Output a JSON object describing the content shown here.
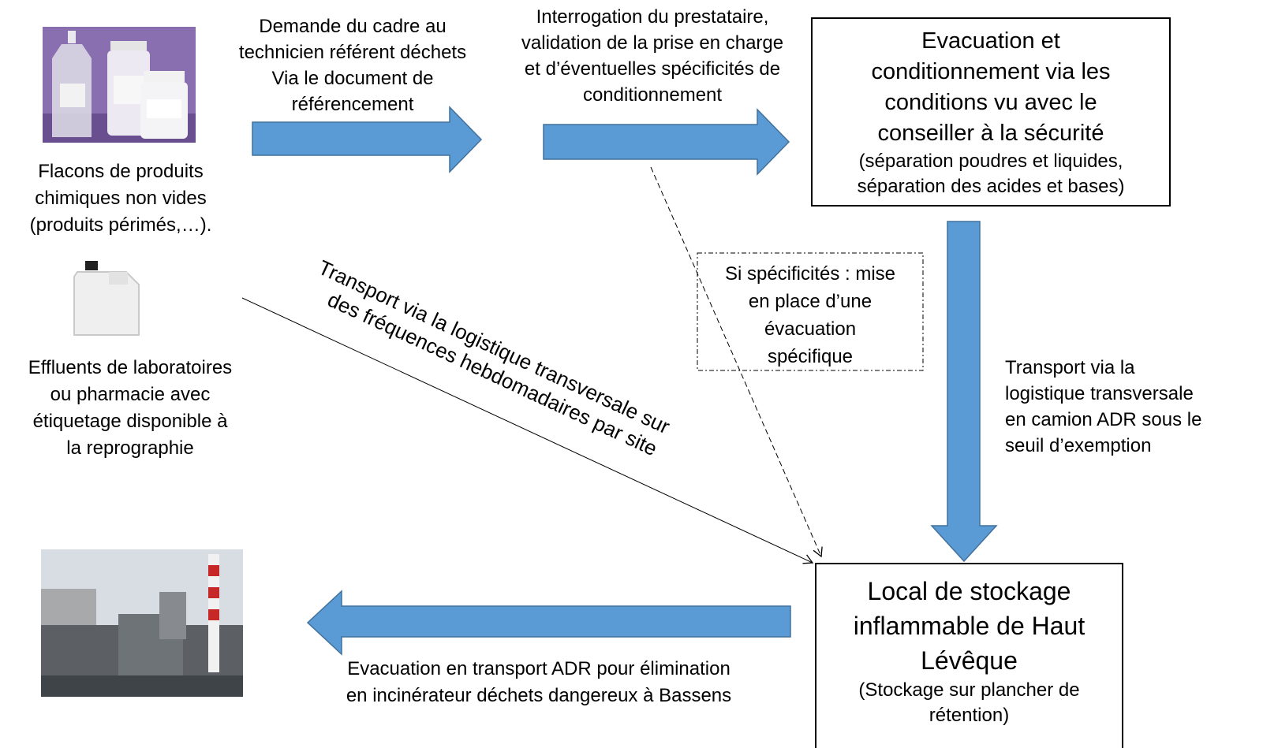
{
  "left": {
    "bottles_caption": [
      "Flacons de produits",
      "chimiques non vides",
      "(produits périmés,…)."
    ],
    "effluents_caption": [
      "Effluents de laboratoires",
      "ou pharmacie avec",
      "étiquetage disponible à",
      "la reprographie"
    ]
  },
  "step1": {
    "text": [
      "Demande du cadre au",
      "technicien référent déchets",
      "Via le document de",
      "référencement"
    ]
  },
  "step2": {
    "text": [
      "Interrogation du prestataire,",
      "validation de la prise en charge",
      "et d’éventuelles spécificités de",
      "conditionnement"
    ]
  },
  "box_evacuation": {
    "title": [
      "Evacuation et",
      "conditionnement via les",
      "conditions vu avec le",
      "conseiller à la sécurité"
    ],
    "note": [
      "(séparation poudres et liquides,",
      "séparation des acides et bases)"
    ]
  },
  "dashed_box": {
    "text": [
      "Si spécificités : mise",
      "en place d’une",
      "évacuation",
      "spécifique"
    ]
  },
  "diagonal_label": [
    "Transport via la logistique transversale sur",
    "des fréquences hebdomadaires par site"
  ],
  "right_transport": {
    "text": [
      "Transport via la",
      "logistique transversale",
      "en camion ADR sous le",
      "seuil d’exemption"
    ]
  },
  "box_storage": {
    "title": [
      "Local de stockage",
      "inflammable de Haut",
      "Lévêque"
    ],
    "note": [
      "(Stockage sur plancher de",
      "rétention)"
    ]
  },
  "bottom_caption": {
    "text": [
      "Evacuation en transport ADR pour élimination",
      "en incinérateur déchets dangereux à Bassens"
    ]
  },
  "colors": {
    "arrow_fill": "#5b9bd5",
    "arrow_stroke": "#41719c",
    "photo_bg": "#7f63a4"
  }
}
